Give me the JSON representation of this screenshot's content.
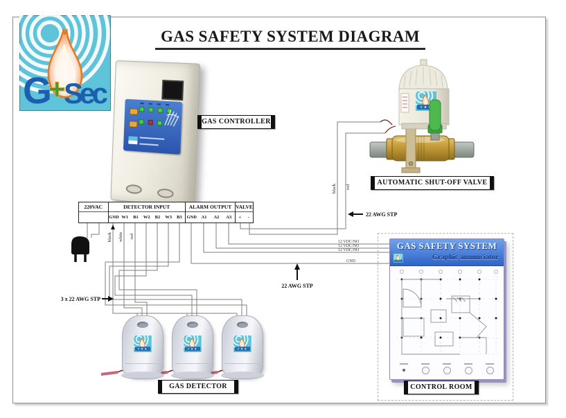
{
  "diagram": {
    "title": "GAS SAFETY SYSTEM DIAGRAM"
  },
  "logo": {
    "g": "G",
    "plus": "+",
    "sec": "Sec"
  },
  "component_labels": {
    "gas_controller": "GAS CONTROLLER",
    "shutoff_valve": "AUTOMATIC SHUT-OFF VALVE",
    "gas_detector": "GAS DETECTOR",
    "control_room": "CONTROL ROOM"
  },
  "terminal_strip": {
    "power_section": "220VAC",
    "detector_section": "DETECTOR INPUT",
    "detector_terminals": [
      "GND",
      "W1",
      "B1",
      "W2",
      "B2",
      "W3",
      "B3"
    ],
    "alarm_section": "ALARM OUTPUT",
    "alarm_terminals": [
      "GND",
      "A1",
      "A2",
      "A3"
    ],
    "valve_section": "VALVE",
    "valve_terminals": [
      "+",
      "-"
    ]
  },
  "wire_labels": {
    "detector_wire_black": "black",
    "detector_wire_white": "white",
    "detector_wire_red": "red",
    "valve_wire_black": "black",
    "valve_wire_red": "red",
    "detector_cable": "3 x 22 AWG STP",
    "valve_cable": "22 AWG STP",
    "alarm_cable": "22 AWG STP",
    "alarm_line_1": "12 VDC/NO",
    "alarm_line_2": "12 VDC/NO",
    "alarm_line_3": "12 VDC/NO",
    "alarm_line_gnd": "GND"
  },
  "annunciator": {
    "title": "GAS SAFETY SYSTEM",
    "subtitle": "Graphic annunciator"
  },
  "colors": {
    "logo_bg": "#5fc3d9",
    "logo_text_blue": "#1b5fae",
    "logo_plus_green": "#33a23c",
    "panel_blue": "#3a6cc0",
    "annunciator_header_blue": "#2f63c8",
    "wire_grey": "#7d7d7d",
    "brass": "#c09a3c",
    "lever_green": "#4db84d"
  }
}
